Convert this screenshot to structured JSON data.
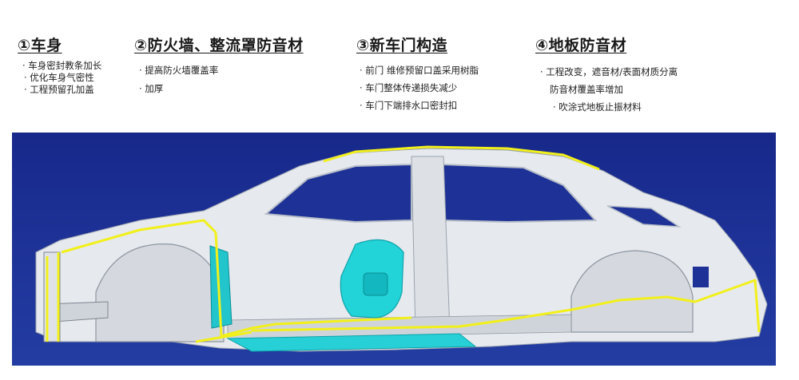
{
  "sections": [
    {
      "title": "①车身",
      "items": [
        "· 车身密封教条加长",
        "· 优化车身气密性",
        "· 工程预留孔加盖"
      ]
    },
    {
      "title": "②防火墙、整流罩防音材",
      "items": [
        "· 提高防火墙覆盖率",
        "· 加厚"
      ]
    },
    {
      "title": "③新车门构造",
      "items": [
        "· 前门 维修预留口盖采用树脂",
        "· 车门整体传递损失减少",
        "· 车门下端排水口密封扣"
      ]
    },
    {
      "title": "④地板防音材",
      "items": [
        "· 工程改变，遮音材/表面材质分离",
        "防音材覆盖率增加",
        "· 吹涂式地板止振材料"
      ]
    }
  ],
  "colors": {
    "background": "#1d3196",
    "body_shell": "#e8ebef",
    "seal_highlight": "#f2f01a",
    "acoustic_material": "#22d3d8"
  }
}
